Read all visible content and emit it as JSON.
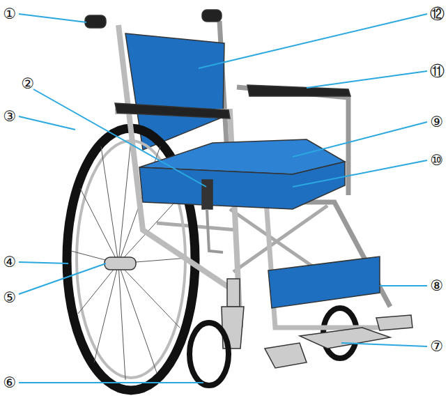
{
  "diagram": {
    "labels": [
      "①",
      "②",
      "③",
      "④",
      "⑤",
      "⑥",
      "⑦",
      "⑧",
      "⑨",
      "⑩",
      "⑪",
      "⑫"
    ]
  }
}
